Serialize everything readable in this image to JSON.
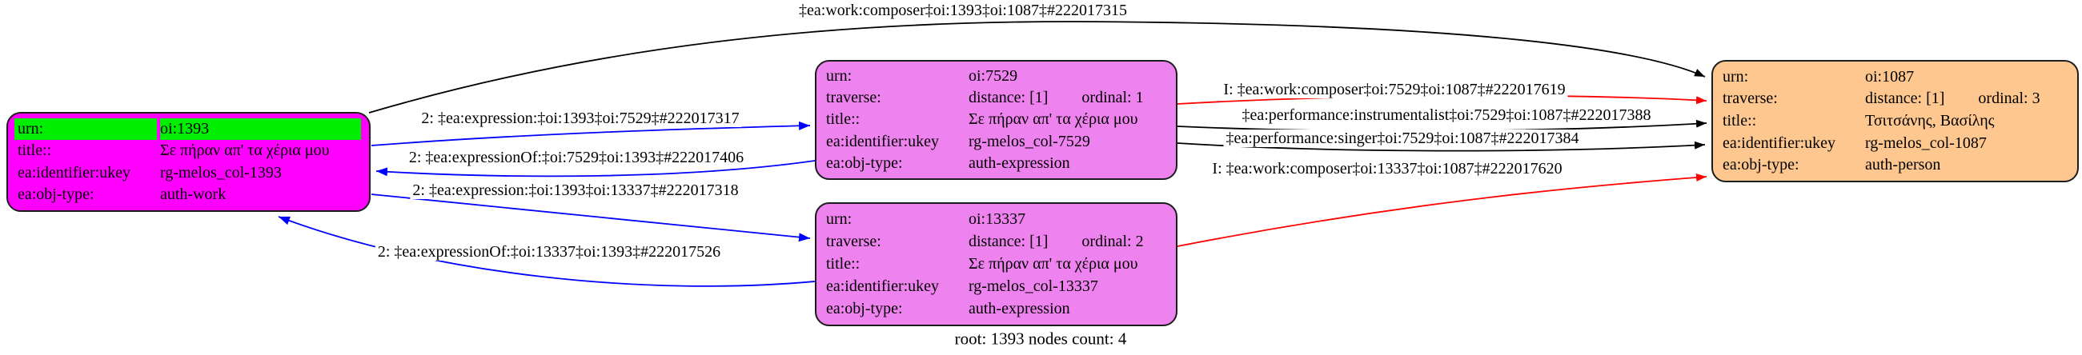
{
  "caption": "root: 1393 nodes count: 4",
  "colors": {
    "node_work_fill": "#FF00FF",
    "node_work_header": "#00EE00",
    "node_expression_fill": "#EE82EE",
    "node_person_fill": "#FDC78F",
    "edge_black": "#000000",
    "edge_blue": "#0000FF",
    "edge_red": "#FF0000"
  },
  "nodes": {
    "work_1393": {
      "urn": {
        "label": "urn:",
        "value": "oi:1393"
      },
      "title": {
        "label": "title::",
        "value": "Σε πήραν απ' τα χέρια μου"
      },
      "identifier": {
        "label": "ea:identifier:ukey",
        "value": "rg-melos_col-1393"
      },
      "objtype": {
        "label": "ea:obj-type:",
        "value": "auth-work"
      }
    },
    "expr_7529": {
      "urn": {
        "label": "urn:",
        "value": "oi:7529"
      },
      "traverse": {
        "label": "traverse:",
        "value": "distance: [1]",
        "value2": "ordinal: 1"
      },
      "title": {
        "label": "title::",
        "value": "Σε πήραν απ' τα χέρια μου"
      },
      "identifier": {
        "label": "ea:identifier:ukey",
        "value": "rg-melos_col-7529"
      },
      "objtype": {
        "label": "ea:obj-type:",
        "value": "auth-expression"
      }
    },
    "expr_13337": {
      "urn": {
        "label": "urn:",
        "value": "oi:13337"
      },
      "traverse": {
        "label": "traverse:",
        "value": "distance: [1]",
        "value2": "ordinal: 2"
      },
      "title": {
        "label": "title::",
        "value": "Σε πήραν απ' τα χέρια μου"
      },
      "identifier": {
        "label": "ea:identifier:ukey",
        "value": "rg-melos_col-13337"
      },
      "objtype": {
        "label": "ea:obj-type:",
        "value": "auth-expression"
      }
    },
    "person_1087": {
      "urn": {
        "label": "urn:",
        "value": "oi:1087"
      },
      "traverse": {
        "label": "traverse:",
        "value": "distance: [1]",
        "value2": "ordinal: 3"
      },
      "title": {
        "label": "title::",
        "value": "Τσιτσάνης, Βασίλης"
      },
      "identifier": {
        "label": "ea:identifier:ukey",
        "value": "rg-melos_col-1087"
      },
      "objtype": {
        "label": "ea:obj-type:",
        "value": "auth-person"
      }
    }
  },
  "edges": {
    "composer_1393_1087": "‡ea:work:composer‡oi:1393‡oi:1087‡#222017315",
    "expression_1393_7529": "2: ‡ea:expression:‡oi:1393‡oi:7529‡#222017317",
    "expressionOf_7529_1393": "2: ‡ea:expressionOf:‡oi:7529‡oi:1393‡#222017406",
    "expression_1393_13337": "2: ‡ea:expression:‡oi:1393‡oi:13337‡#222017318",
    "expressionOf_13337_1393": "2: ‡ea:expressionOf:‡oi:13337‡oi:1393‡#222017526",
    "composer_7529_1087": "I: ‡ea:work:composer‡oi:7529‡oi:1087‡#222017619",
    "instrumentalist_7529_1087": "‡ea:performance:instrumentalist‡oi:7529‡oi:1087‡#222017388",
    "singer_7529_1087": "‡ea:performance:singer‡oi:7529‡oi:1087‡#222017384",
    "composer_13337_1087": "I: ‡ea:work:composer‡oi:13337‡oi:1087‡#222017620"
  }
}
